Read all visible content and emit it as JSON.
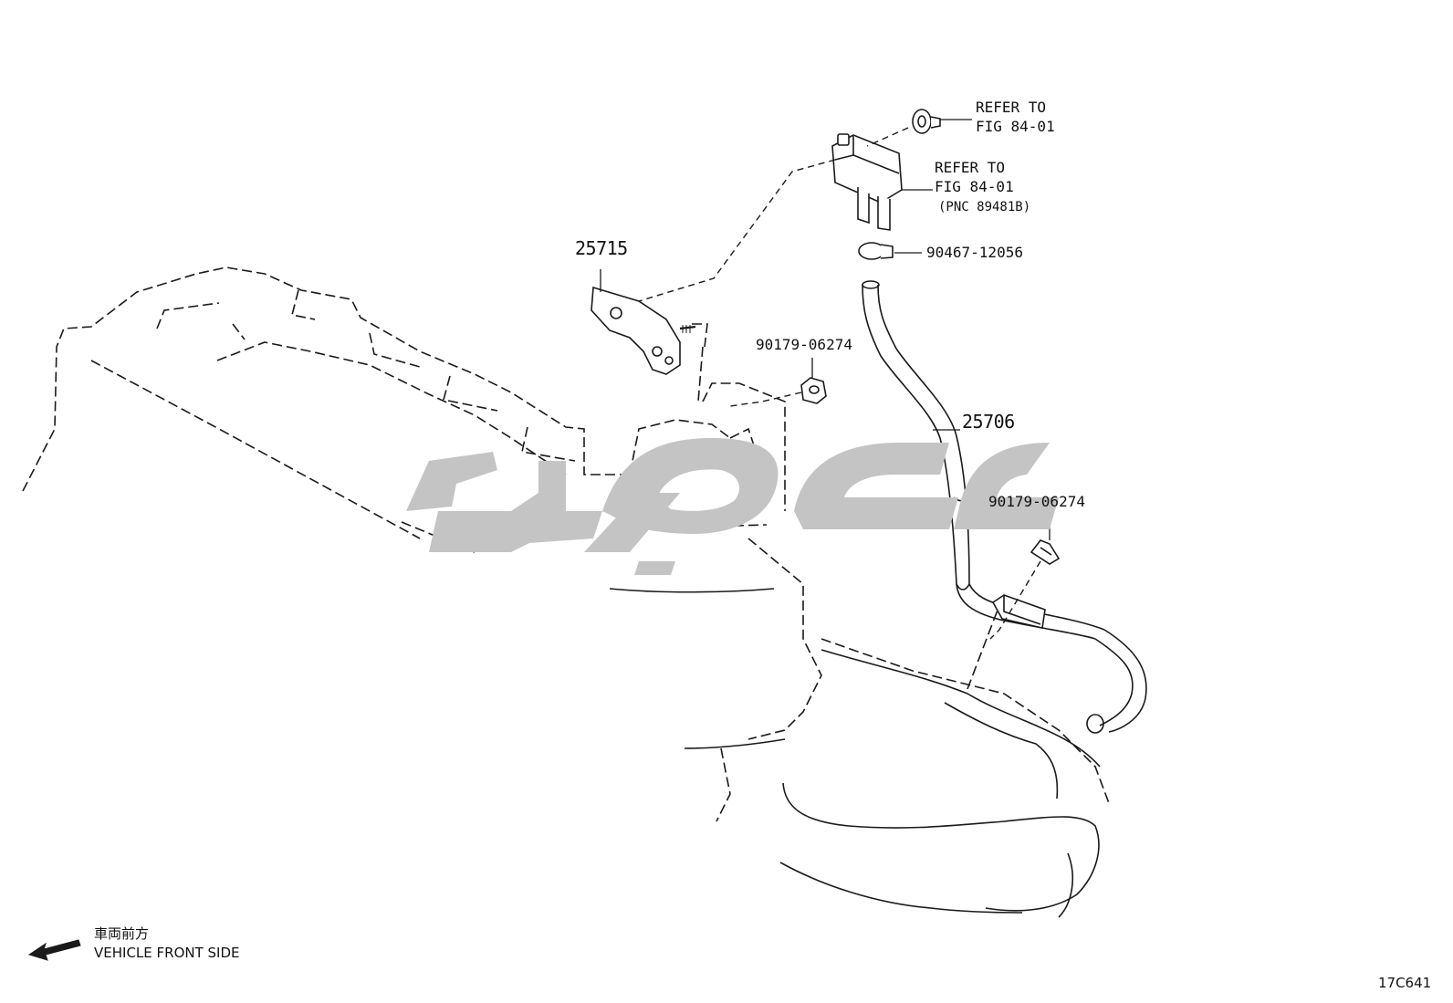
{
  "labels": {
    "bracket_part": "25715",
    "hose_part": "25706",
    "nut_top": "90179-06274",
    "nut_bottom": "90179-06274",
    "clip_part": "90467-12056",
    "refer_1_line1": "REFER TO",
    "refer_1_line2": "FIG 84-01",
    "refer_2_line1": "REFER TO",
    "refer_2_line2": "FIG 84-01",
    "refer_2_pnc": "(PNC 89481B)"
  },
  "legend": {
    "japanese": "車両前方",
    "english": "VEHICLE FRONT SIDE"
  },
  "figure_code": "17C641",
  "colors": {
    "line": "#1a1a1a",
    "watermark": "#c4c4c4",
    "background": "#ffffff"
  }
}
